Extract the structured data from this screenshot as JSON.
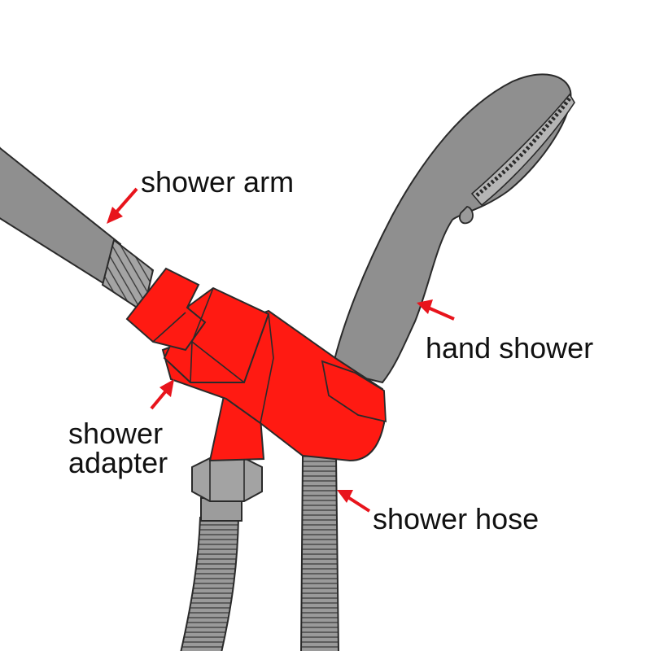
{
  "labels": {
    "shower_arm": "shower arm",
    "hand_shower": "hand shower",
    "shower_adapter_line1": "shower",
    "shower_adapter_line2": "adapter",
    "shower_hose": "shower hose"
  },
  "colors": {
    "adapter": "#ff1a12",
    "metal": "#8f8f8f",
    "metal_light": "#a9a9a9",
    "outline": "#2a2a2a",
    "arrow": "#e8141c",
    "label": "#111111",
    "background": "#ffffff"
  },
  "icons": {
    "arrow": "red-pointer-arrow"
  }
}
